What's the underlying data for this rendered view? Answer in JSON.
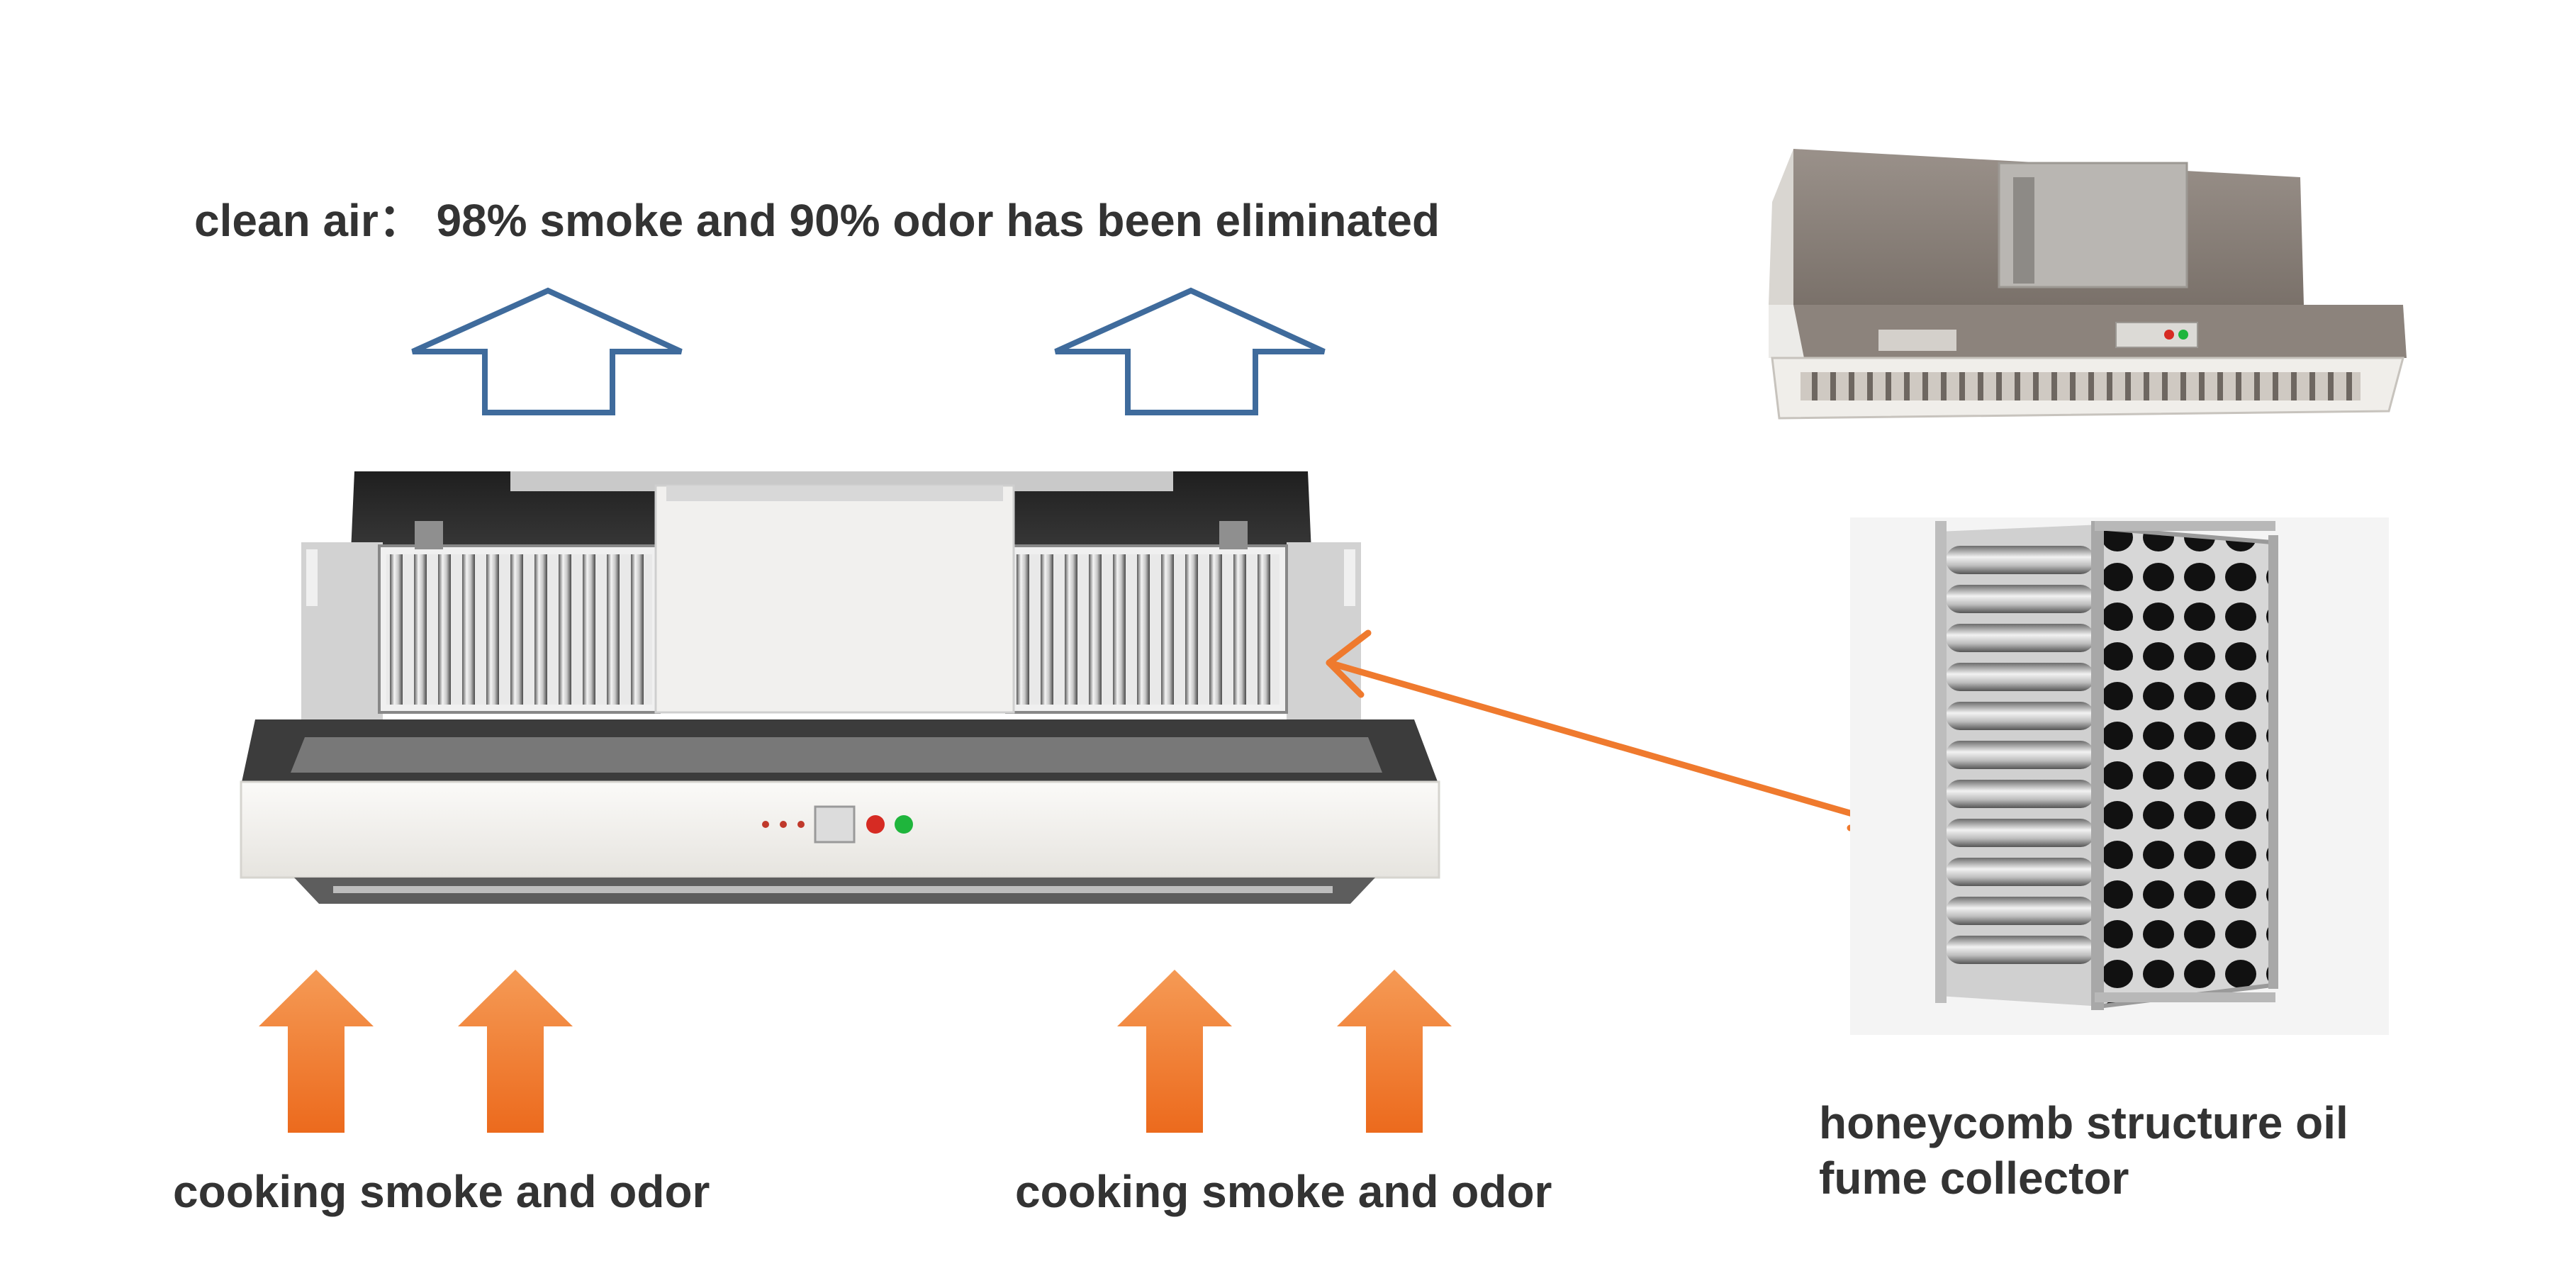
{
  "headline": "clean air： 98% smoke and 90% odor has been eliminated",
  "inflow_labels": [
    "cooking smoke and odor",
    "cooking smoke and odor"
  ],
  "collector_label": [
    "honeycomb structure oil",
    "fume collector"
  ],
  "icons": {
    "clean_air_arrows": "up-outline-arrow-icon",
    "smoke_arrows": "up-solid-arrow-icon",
    "connector": "double-headed-arrow-icon"
  },
  "colors": {
    "text": "#333333",
    "clean_air_arrow": "#3f6b9c",
    "smoke_arrow_top": "#f59a55",
    "smoke_arrow_bottom": "#ec6a1d",
    "connector": "#ef7a2e",
    "steel_light": "#f2f1ee",
    "steel_dark": "#2b2b2b",
    "hood_brown": "#8a8079"
  }
}
